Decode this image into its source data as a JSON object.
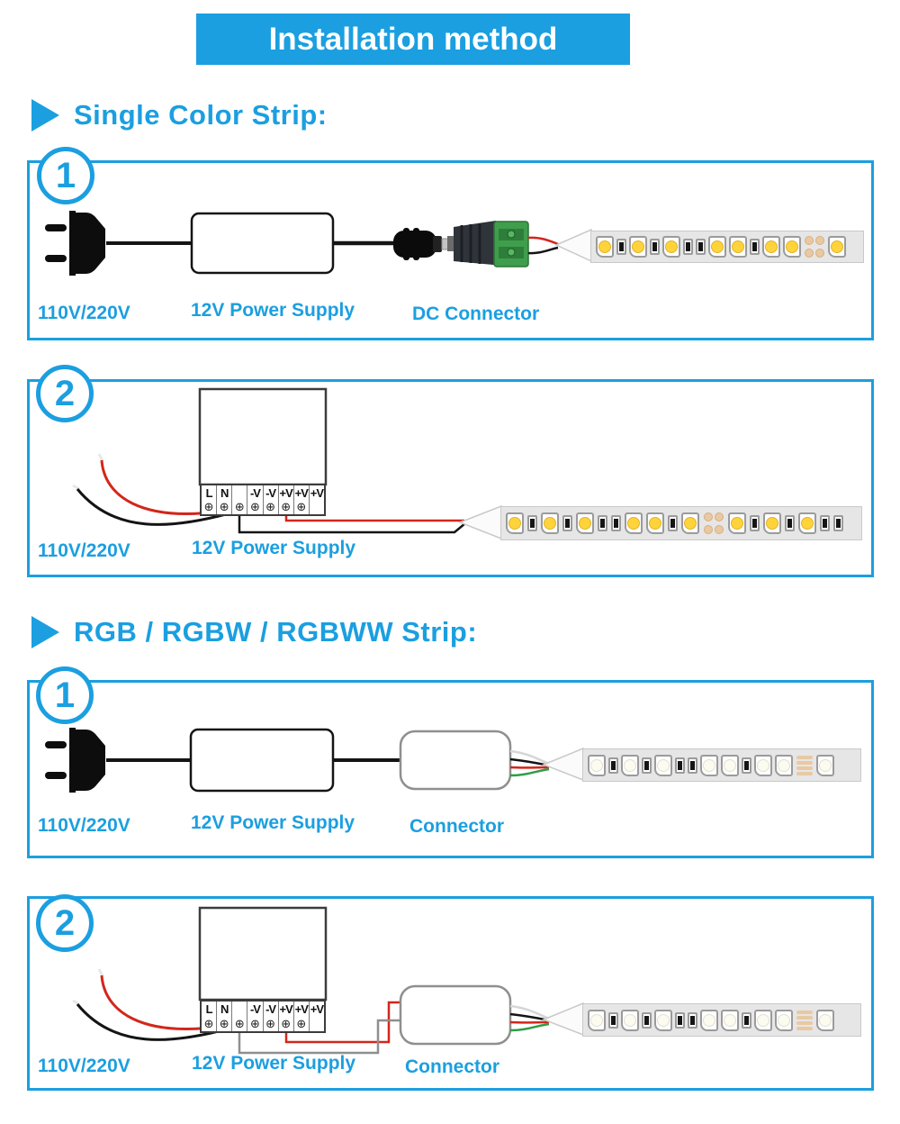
{
  "colors": {
    "accent": "#1B9FE0",
    "wireRed": "#D3261B",
    "wireBlack": "#141414",
    "wireGray": "#8f8f8f",
    "wireGreen": "#2F9E44",
    "wireWhite": "#D6D6D6",
    "ledSingle": "#FFD43A",
    "ledRgb": "#FBFBEF",
    "pad": "#E9C9A2",
    "stripBg": "#E6E6E7",
    "stripBorder": "#C9C9C9",
    "chipBorder": "#9B9B9B"
  },
  "banner": {
    "title": "Installation method"
  },
  "sections": [
    {
      "heading": "Single Color Strip:",
      "panels": [
        {
          "number": "1",
          "labels": [
            "110V/220V",
            "12V Power Supply",
            "DC Connector"
          ]
        },
        {
          "number": "2",
          "labels": [
            "110V/220V",
            "12V Power Supply"
          ]
        }
      ]
    },
    {
      "heading": "RGB / RGBW / RGBWW Strip:",
      "panels": [
        {
          "number": "1",
          "labels": [
            "110V/220V",
            "12V Power Supply",
            "Connector"
          ]
        },
        {
          "number": "2",
          "labels": [
            "110V/220V",
            "12V Power Supply",
            "Connector"
          ]
        }
      ]
    }
  ],
  "power_supply": {
    "terminal_labels": [
      "L",
      "N",
      "",
      "-V",
      "-V",
      "+V",
      "+V",
      "+V"
    ],
    "screws": [
      true,
      true,
      true,
      true,
      true,
      true,
      true,
      false
    ],
    "screw_symbol": "⊕"
  },
  "strips": {
    "single_short": [
      "led",
      "res",
      "led",
      "res",
      "led",
      "res",
      "res",
      "led",
      "led",
      "res",
      "led",
      "led",
      "pads4",
      "led"
    ],
    "single_long": [
      "led",
      "res",
      "led",
      "res",
      "led",
      "res",
      "res",
      "led",
      "led",
      "res",
      "led",
      "pads4",
      "led",
      "res",
      "led",
      "res",
      "led",
      "res",
      "res"
    ],
    "rgb_short": [
      "led",
      "res",
      "led",
      "res",
      "led",
      "res",
      "res",
      "led",
      "led",
      "res",
      "led",
      "led",
      "padbar",
      "led"
    ]
  }
}
